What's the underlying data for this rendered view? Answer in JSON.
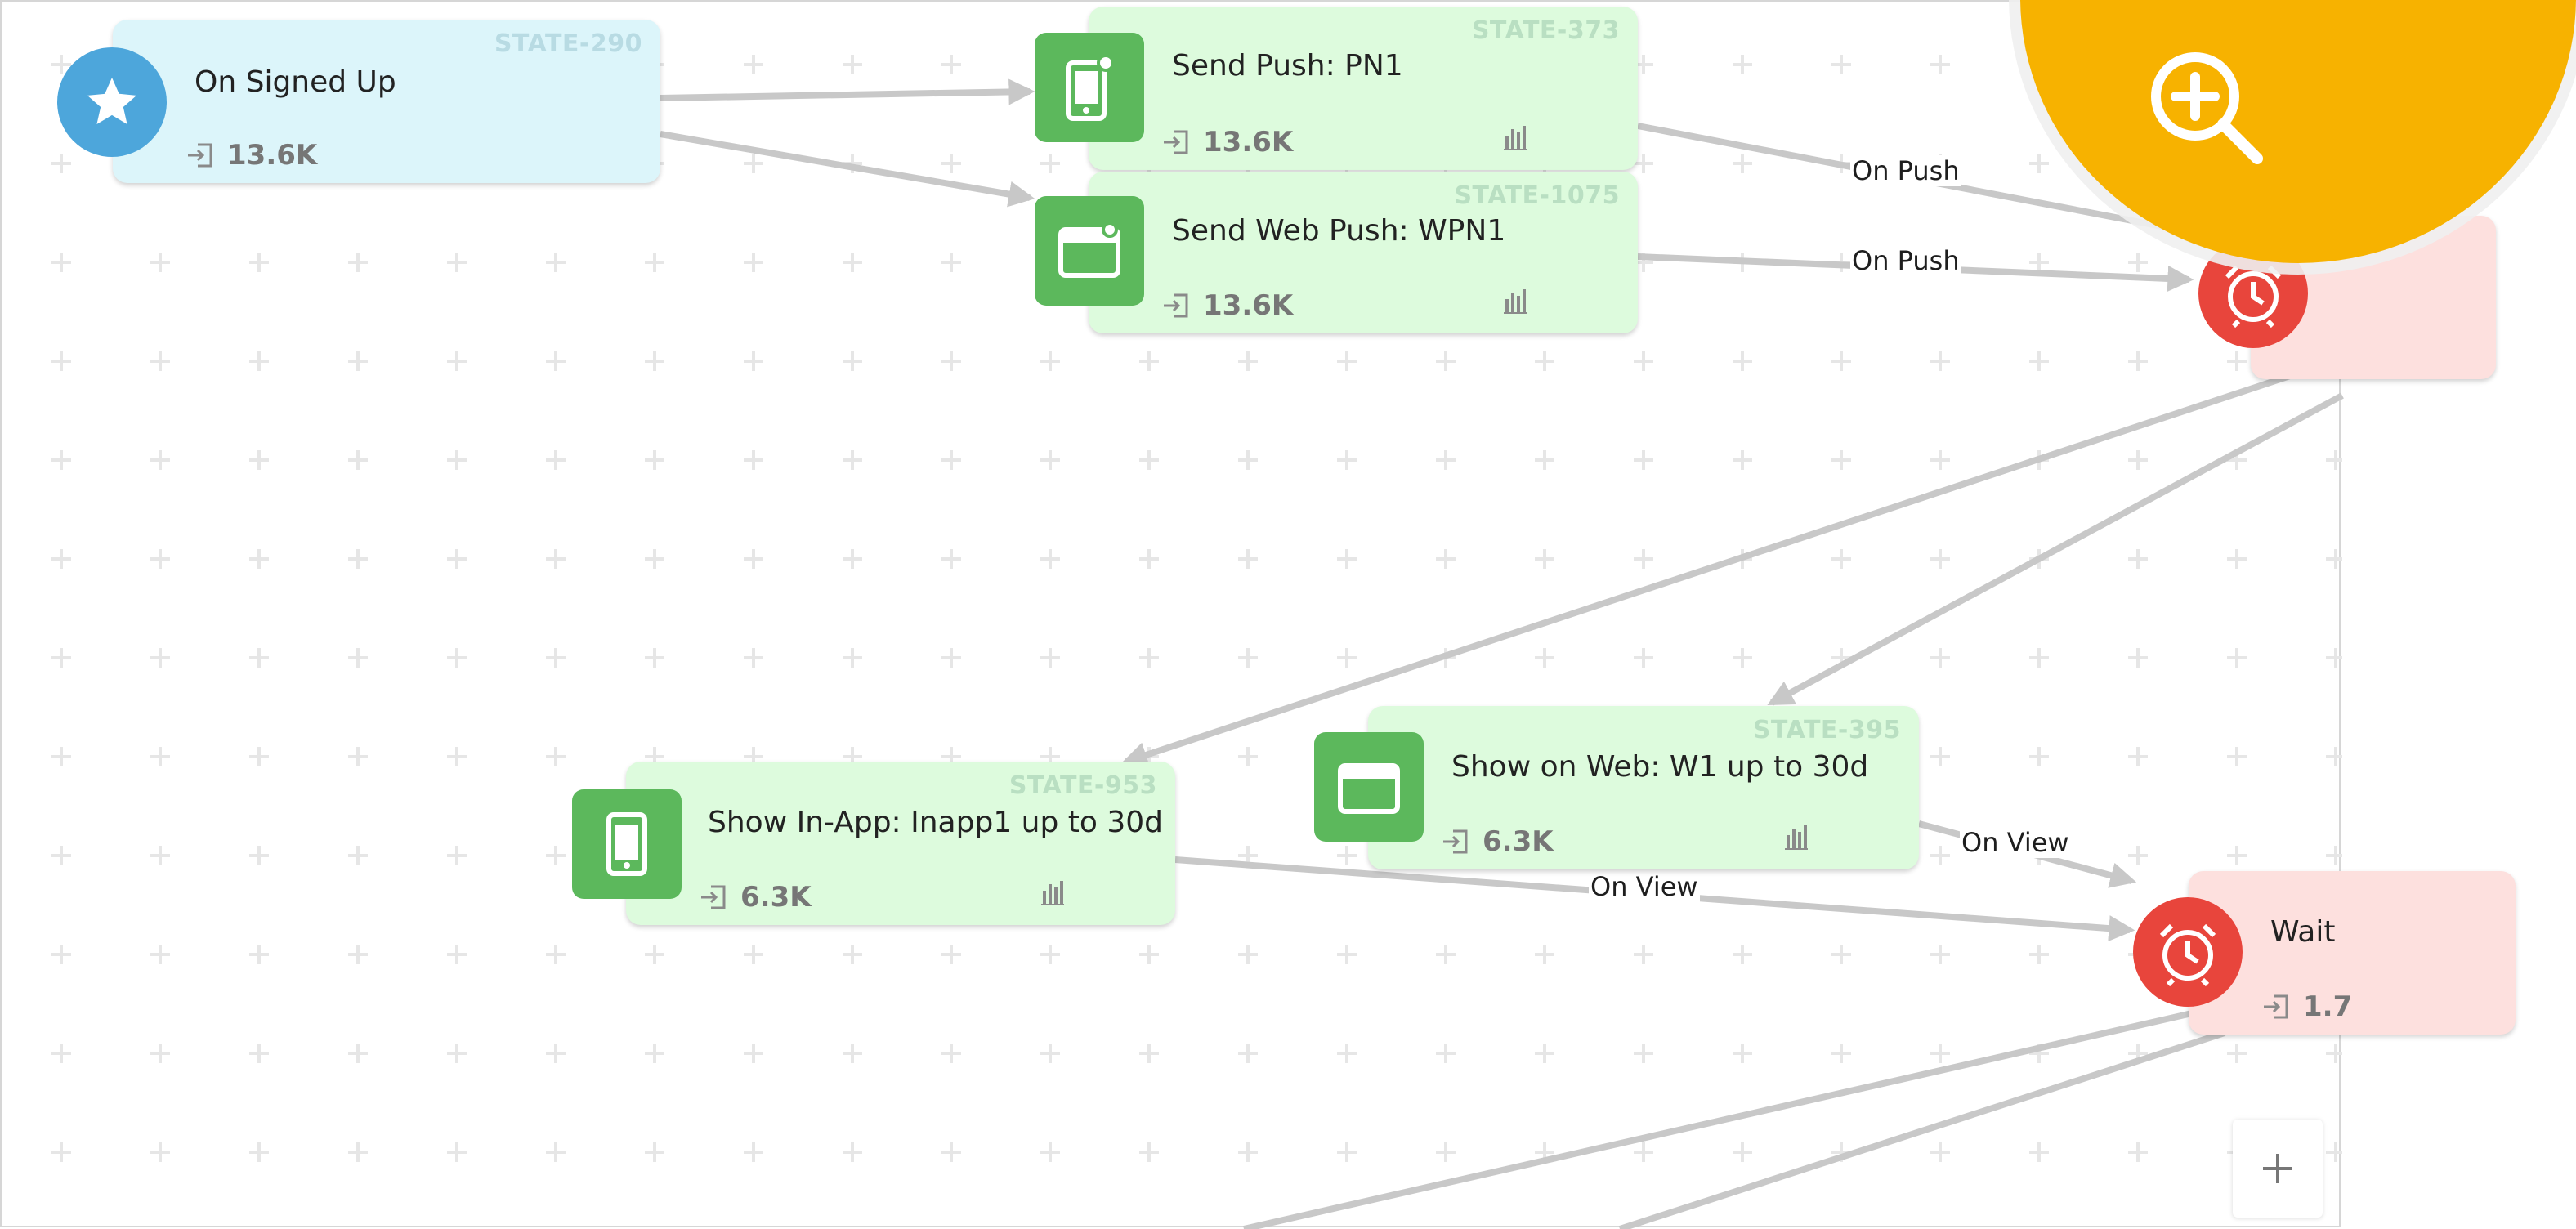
{
  "nodes": {
    "on_signed_up": {
      "state_id": "STATE-290",
      "title": "On Signed Up",
      "entries": "13.6K"
    },
    "send_push": {
      "state_id": "STATE-373",
      "title": "Send Push: PN1",
      "entries": "13.6K"
    },
    "send_web_push": {
      "state_id": "STATE-1075",
      "title": "Send Web Push: WPN1",
      "entries": "13.6K"
    },
    "show_on_web": {
      "state_id": "STATE-395",
      "title": "Show on Web: W1 up to 30d",
      "entries": "6.3K"
    },
    "show_in_app": {
      "state_id": "STATE-953",
      "title": "Show In-App: Inapp1 up to 30d",
      "entries": "6.3K"
    },
    "wait_bottom": {
      "title": "Wait",
      "entries": "1.7"
    },
    "wait_top": {
      "title": "",
      "entries": ""
    }
  },
  "edge_labels": {
    "push_to_wait": "On Push",
    "web_push_to_wait": "On Push",
    "web_to_wait": "On View",
    "inapp_to_wait": "On View"
  },
  "icons": {
    "trigger": "star-icon",
    "push": "mobile-push-icon",
    "web_push": "browser-window-icon",
    "web": "browser-window-icon",
    "inapp": "mobile-icon",
    "wait": "alarm-clock-icon",
    "zoom": "zoom-in-icon",
    "add": "plus-icon",
    "entries": "entry-icon",
    "stats": "bar-chart-icon"
  },
  "colors": {
    "trigger_bg": "#dcf5fa",
    "action_bg": "#ddfbdd",
    "wait_bg": "#fde0de",
    "trigger_badge": "#4da6db",
    "action_badge": "#5cb85c",
    "wait_badge": "#e8453c",
    "zoom_accent": "#f7b200",
    "edge": "#c8c8c8"
  }
}
